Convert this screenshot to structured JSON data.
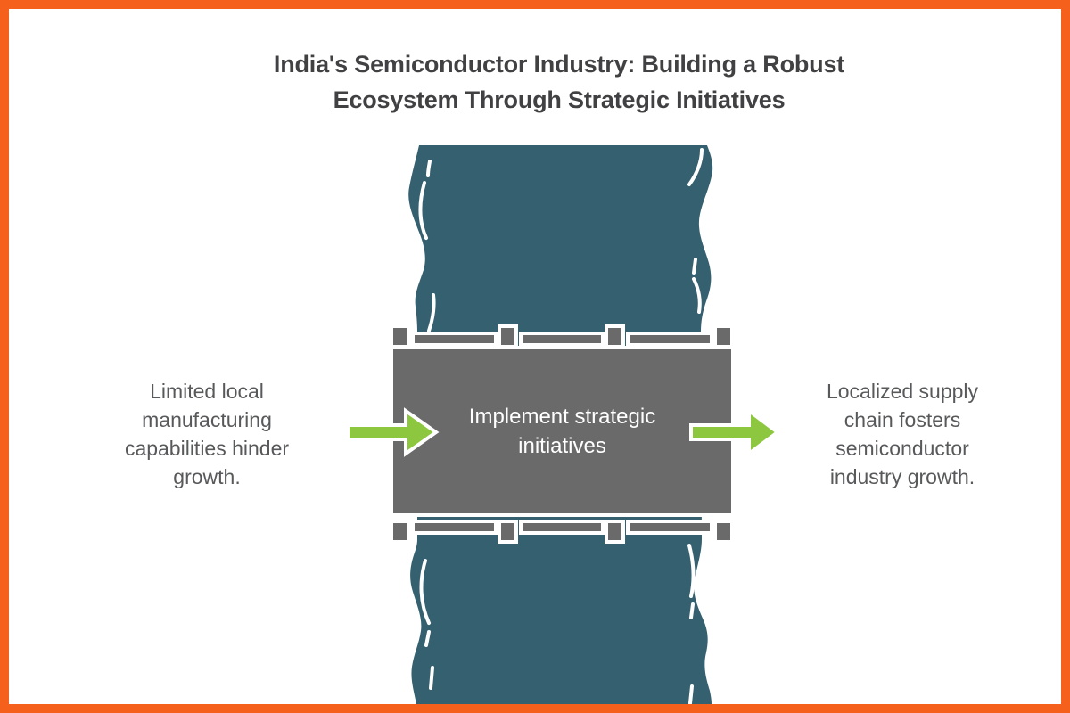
{
  "colors": {
    "border": "#F5601C",
    "background": "#FFFFFF",
    "river": "#35606F",
    "bridge": "#6A6A6A",
    "arrow": "#8DC63F",
    "title_text": "#414042",
    "label_text": "#58595B",
    "bridge_text": "#FFFFFF"
  },
  "title": {
    "full_text": "India's Semiconductor Industry: Building a Robust Ecosystem Through Strategic Initiatives",
    "line1": "India's Semiconductor Industry: Building a Robust",
    "line2": "Ecosystem Through Strategic Initiatives"
  },
  "diagram": {
    "metaphor": "bridge-over-river",
    "problem": {
      "full_text": "Limited local manufacturing capabilities hinder growth.",
      "line1": "Limited local",
      "line2": "manufacturing",
      "line3": "capabilities hinder",
      "line4": "growth."
    },
    "action": {
      "full_text": "Implement strategic initiatives",
      "line1": "Implement strategic",
      "line2": "initiatives"
    },
    "outcome": {
      "full_text": "Localized supply chain fosters semiconductor industry growth.",
      "line1": "Localized supply",
      "line2": "chain fosters",
      "line3": "semiconductor",
      "line4": "industry growth."
    }
  }
}
